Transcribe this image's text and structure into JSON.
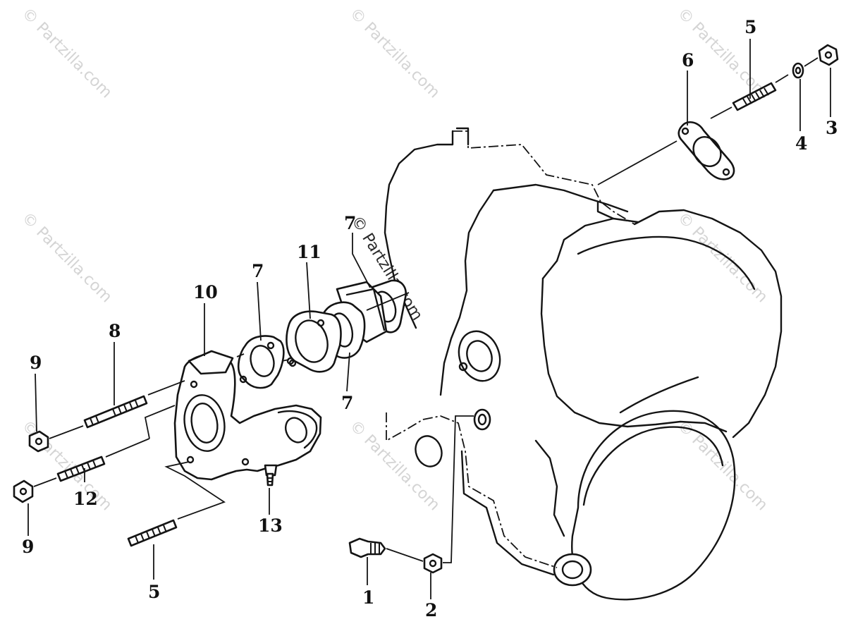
{
  "callouts": {
    "c1": "1",
    "c2": "2",
    "c3": "3",
    "c4": "4",
    "c5a": "5",
    "c5b": "5",
    "c6": "6",
    "c7a": "7",
    "c7b": "7",
    "c7c": "7",
    "c8": "8",
    "c9a": "9",
    "c9b": "9",
    "c10": "10",
    "c11": "11",
    "c12": "12",
    "c13": "13"
  },
  "watermark": {
    "text": "© Partzilla.com"
  },
  "colors": {
    "ink": "#141414",
    "watermark": "#d4d4d4",
    "background": "#ffffff"
  }
}
